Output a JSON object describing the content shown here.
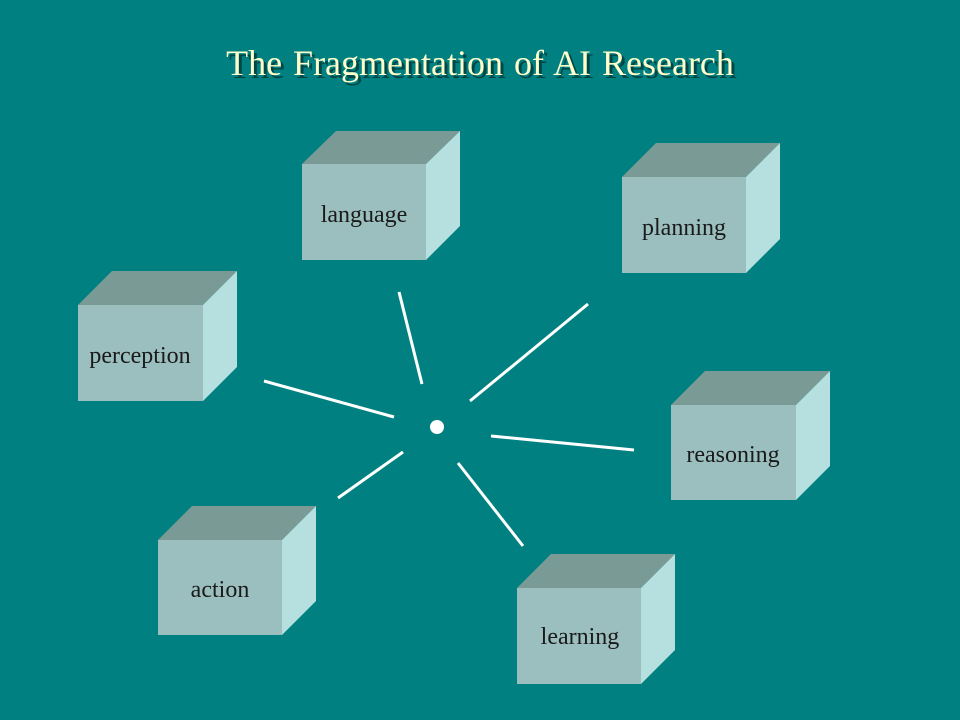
{
  "title": "The Fragmentation of AI Research",
  "boxes": [
    {
      "id": "language",
      "label": "language"
    },
    {
      "id": "planning",
      "label": "planning"
    },
    {
      "id": "perception",
      "label": "perception"
    },
    {
      "id": "reasoning",
      "label": "reasoning"
    },
    {
      "id": "action",
      "label": "action"
    },
    {
      "id": "learning",
      "label": "learning"
    }
  ],
  "colors": {
    "background": "#008080",
    "title": "#ffffcc",
    "cube_front": "#9bbfbf",
    "cube_top": "#7a9a96",
    "cube_side": "#b6e0e0",
    "spokes": "#ffffff"
  }
}
